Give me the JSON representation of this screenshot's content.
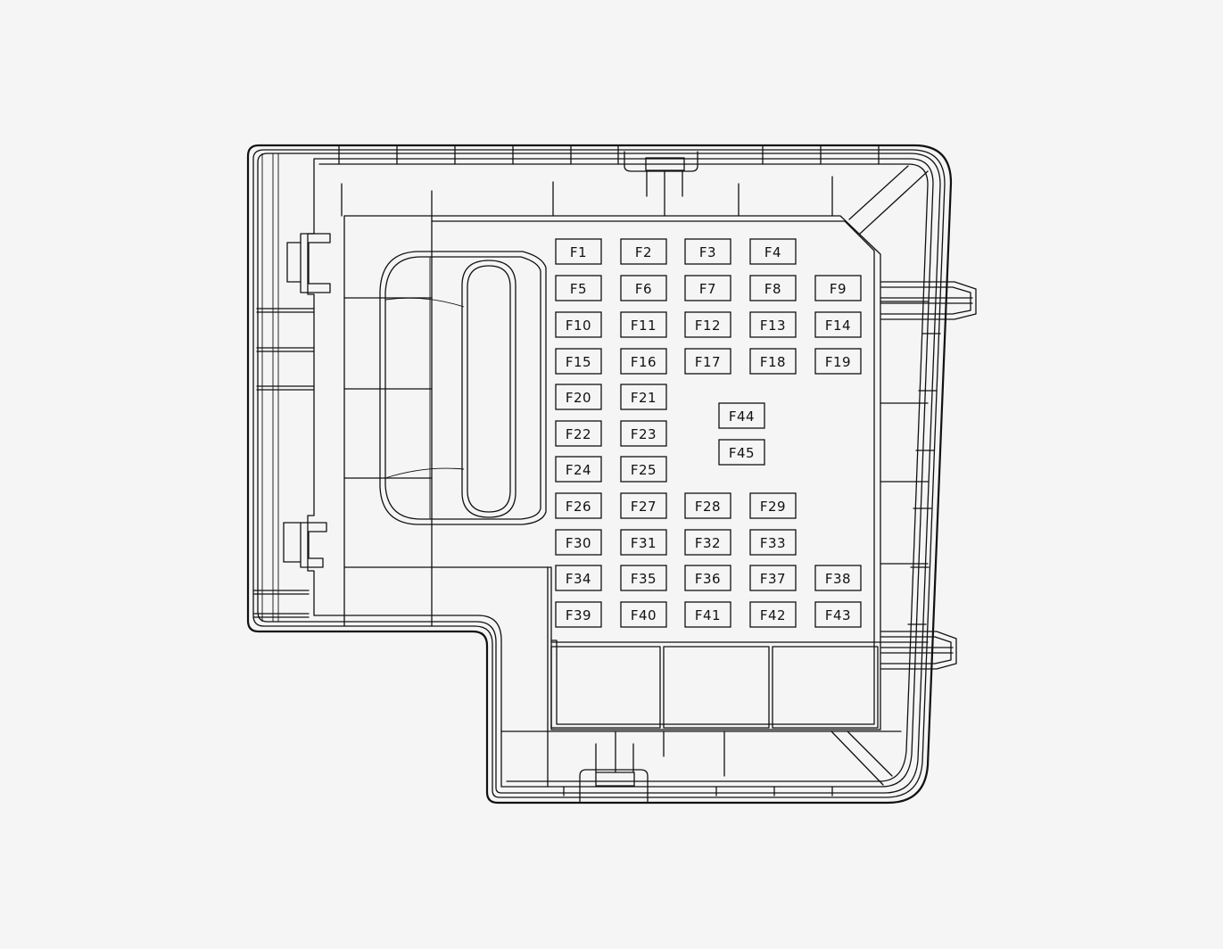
{
  "fuses": {
    "row1": [
      "F1",
      "F2",
      "F3",
      "F4"
    ],
    "row2": [
      "F5",
      "F6",
      "F7",
      "F8",
      "F9"
    ],
    "row3": [
      "F10",
      "F11",
      "F12",
      "F13",
      "F14"
    ],
    "row4": [
      "F15",
      "F16",
      "F17",
      "F18",
      "F19"
    ],
    "row5": [
      "F20",
      "F21"
    ],
    "row6": [
      "F22",
      "F23"
    ],
    "row7": [
      "F24",
      "F25"
    ],
    "row8": [
      "F26",
      "F27",
      "F28",
      "F29"
    ],
    "row9": [
      "F30",
      "F31",
      "F32",
      "F33"
    ],
    "row10": [
      "F34",
      "F35",
      "F36",
      "F37",
      "F38"
    ],
    "row11": [
      "F39",
      "F40",
      "F41",
      "F42",
      "F43"
    ],
    "center": [
      "F44",
      "F45"
    ]
  }
}
